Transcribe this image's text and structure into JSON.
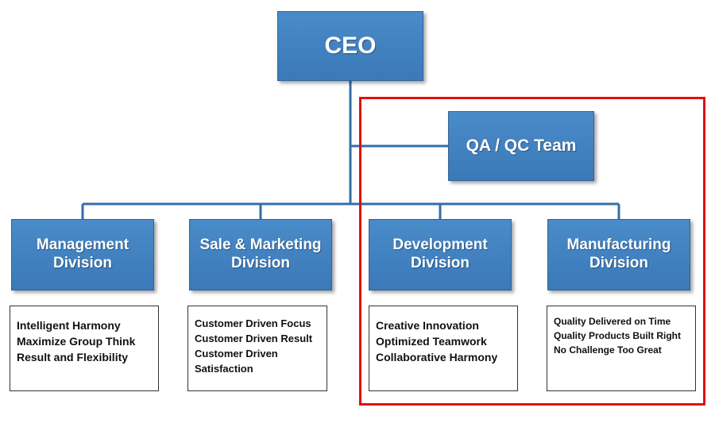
{
  "colors": {
    "box": "#3b79b8",
    "line": "#336ea8",
    "highlight": "#e01010"
  },
  "ceo": {
    "title": "CEO"
  },
  "qa": {
    "title": "QA / QC Team"
  },
  "divisions": [
    {
      "title": "Management\nDivision",
      "lines": [
        "Intelligent Harmony",
        "Maximize Group Think",
        "Result and Flexibility"
      ]
    },
    {
      "title": "Sale & Marketing\nDivision",
      "lines": [
        "Customer Driven Focus",
        "Customer Driven Result",
        "Customer Driven\nSatisfaction"
      ]
    },
    {
      "title": "Development\nDivision",
      "lines": [
        "Creative Innovation",
        "Optimized Teamwork",
        "Collaborative Harmony"
      ]
    },
    {
      "title": "Manufacturing\nDivision",
      "lines": [
        "Quality Delivered on Time",
        "Quality Products Built Right",
        "No Challenge Too Great"
      ]
    }
  ]
}
